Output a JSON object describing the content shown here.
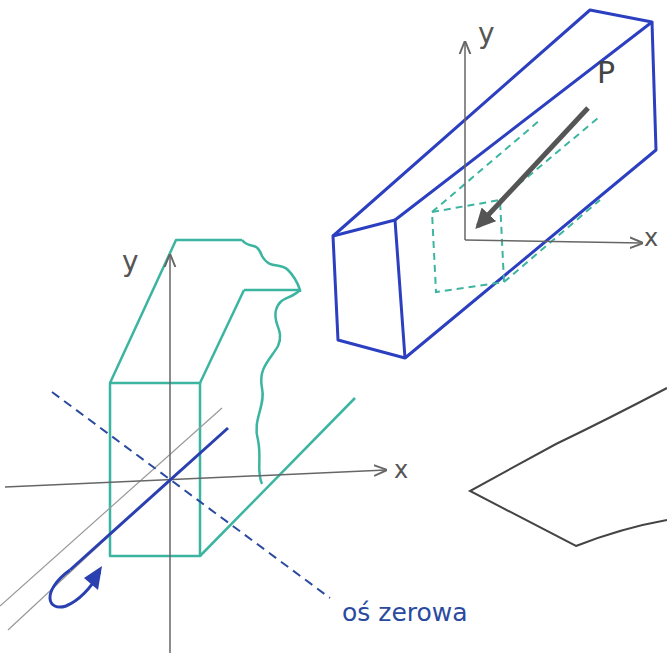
{
  "diagram": {
    "labels": [
      "y",
      "P",
      "x",
      "y",
      "x",
      "oś zerowa"
    ]
  }
}
